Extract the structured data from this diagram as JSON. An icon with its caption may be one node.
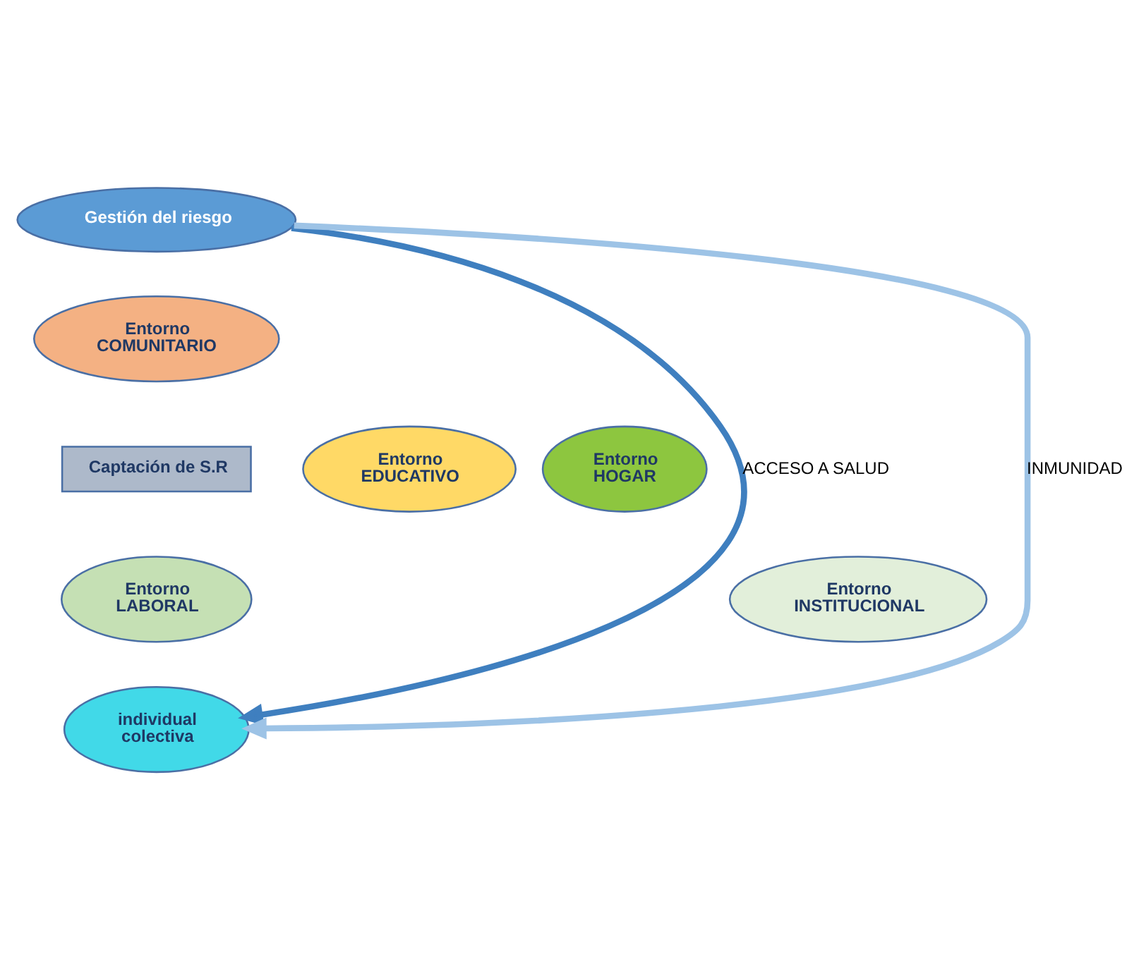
{
  "diagram": {
    "nodes": [
      {
        "text": [
          "Gestión del riesgo"
        ]
      },
      {
        "text": [
          "Entorno",
          "COMUNITARIO"
        ]
      },
      {
        "text": [
          "Entorno",
          "HOGAR"
        ]
      },
      {
        "text": [
          "Captación de S.R"
        ]
      },
      {
        "text": [
          "Entorno",
          "EDUCATIVO"
        ]
      },
      {
        "text": [
          "Entorno",
          "INSTITUCIONAL"
        ]
      },
      {
        "text": [
          "Entorno",
          "LABORAL"
        ]
      },
      {
        "text": [
          "individual",
          "colectiva"
        ]
      }
    ],
    "edges": [
      {
        "from": 0,
        "to": 7,
        "arrow": "to",
        "label": "ACCESO A SALUD",
        "color": "#3f7fbf"
      },
      {
        "from": 0,
        "to": 7,
        "arrow": "to",
        "label": "INMUNIDAD",
        "color": "#9dc3e6"
      }
    ]
  }
}
